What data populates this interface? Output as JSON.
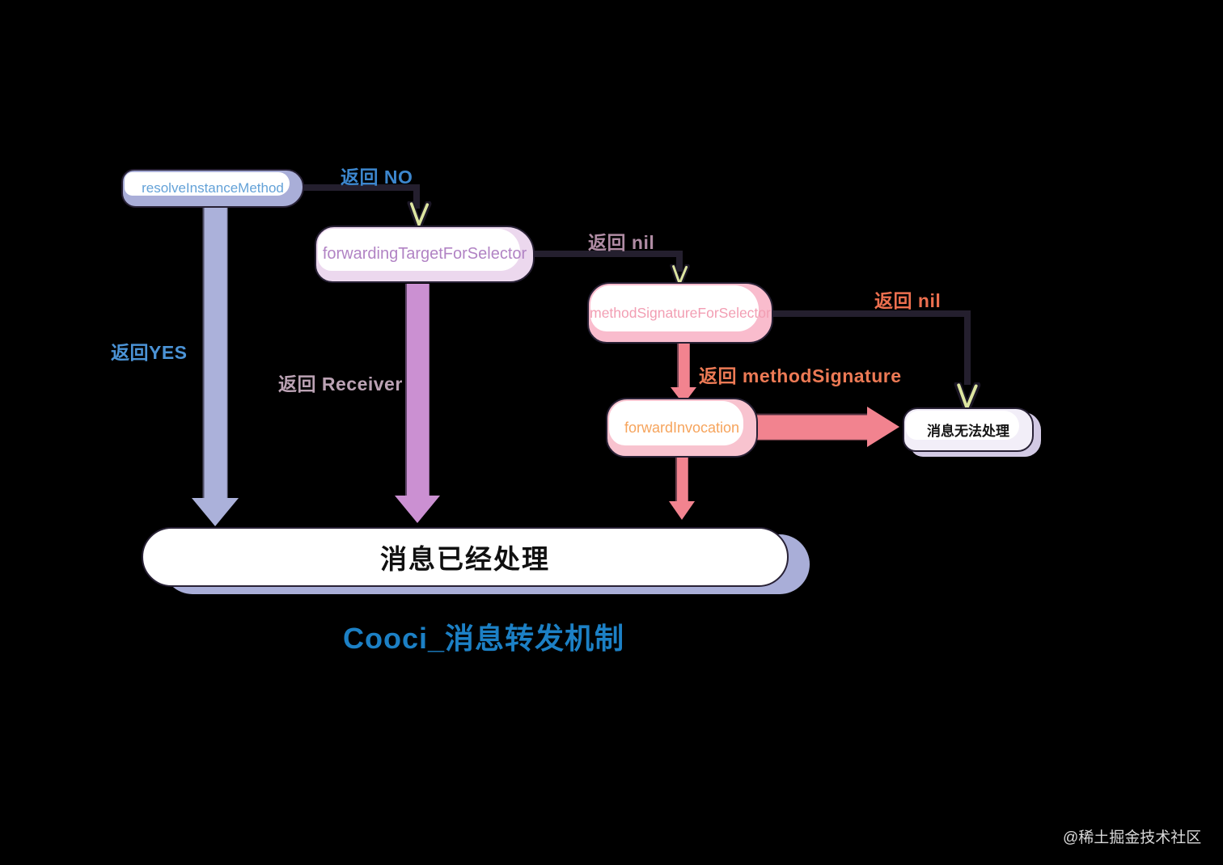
{
  "diagram": {
    "title": "Cooci_消息转发机制",
    "watermark": "@稀土掘金技术社区",
    "nodes": {
      "resolve": {
        "label": "resolveInstanceMethod"
      },
      "forwarding_target": {
        "label": "forwardingTargetForSelector"
      },
      "method_signature": {
        "label": "methodSignatureForSelector"
      },
      "forward_invocation": {
        "label": "forwardInvocation"
      },
      "unhandled": {
        "label": "消息无法处理"
      },
      "handled": {
        "label": "消息已经处理"
      }
    },
    "edge_labels": {
      "return_no": "返回 NO",
      "return_yes": "返回YES",
      "return_nil_target": "返回 nil",
      "return_receiver": "返回 Receiver",
      "return_nil_signature": "返回 nil",
      "return_method_signature": "返回 methodSignature"
    },
    "colors": {
      "background": "#000000",
      "periwinkle_arrow": "#abb1da",
      "orchid_arrow": "#cb90d2",
      "salmon_arrow": "#f2838f",
      "connector_dark": "#241f2e",
      "arrowhead_green": "#dde5a0",
      "resolve_shade": "#a9aed8",
      "resolve_text": "#64a2d8",
      "forwarding_shade": "#ecd8ee",
      "forwarding_text": "#b183c4",
      "signature_shade": "#f9bccd",
      "signature_text": "#f29eb3",
      "invocation_text": "#f6a45c",
      "label_blue": "#3c86cd",
      "label_mauve": "#b08ca4",
      "label_orange": "#ed6f4f",
      "title_blue": "#1c80c5"
    }
  }
}
